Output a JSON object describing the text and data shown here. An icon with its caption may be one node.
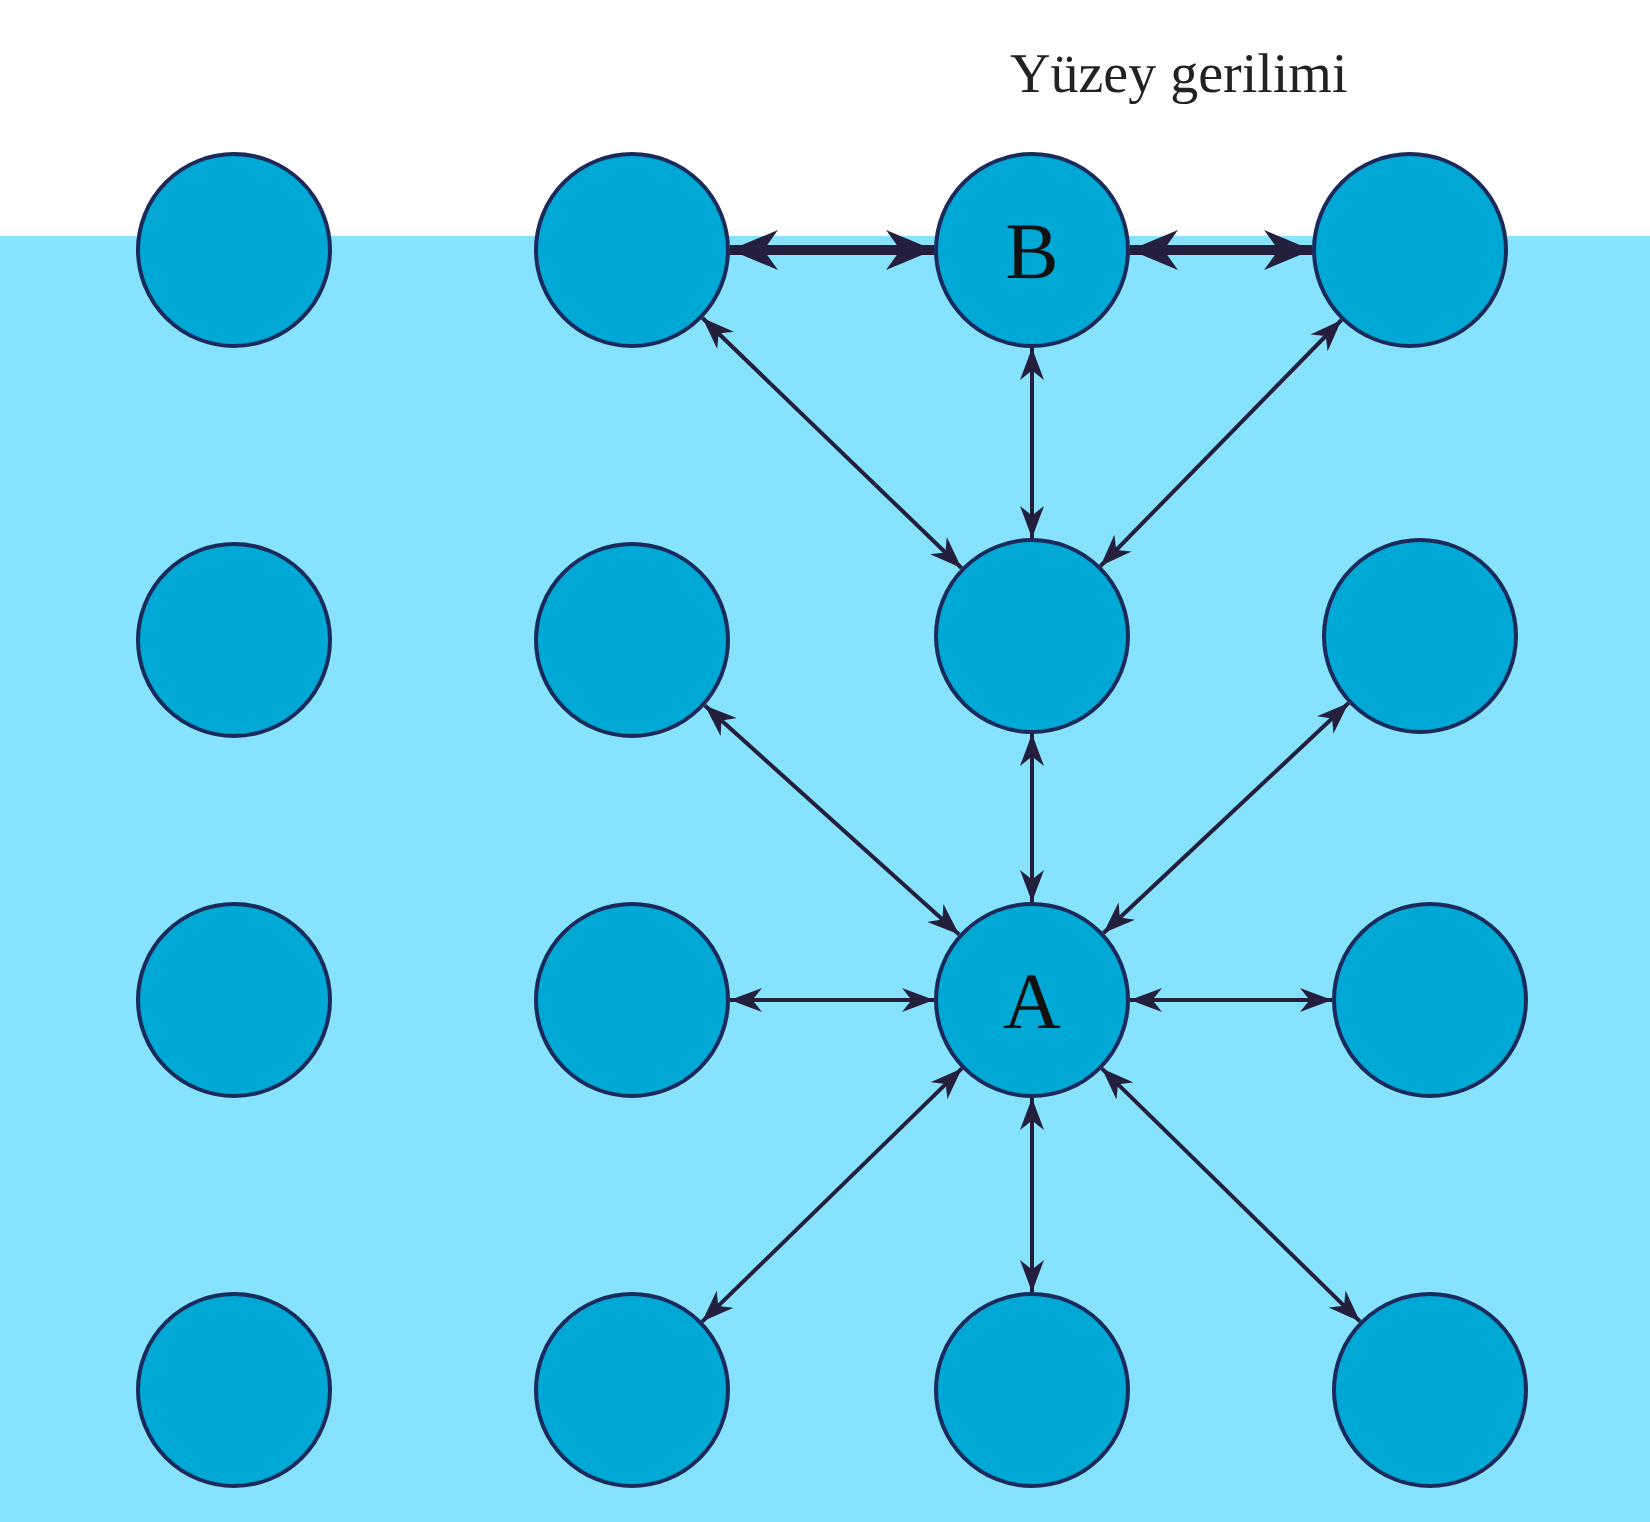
{
  "diagram": {
    "nodes": [
      {
        "text": [],
        "shape": "circle"
      },
      {
        "text": [],
        "shape": "circle"
      },
      {
        "text": [
          "B"
        ]
      },
      {
        "text": [],
        "shape": "circle"
      },
      {
        "text": [],
        "shape": "circle"
      },
      {
        "text": [],
        "shape": "circle"
      },
      {
        "text": [],
        "shape": "circle"
      },
      {
        "text": [],
        "shape": "circle"
      },
      {
        "text": [],
        "shape": "circle"
      },
      {
        "text": [],
        "shape": "circle"
      },
      {
        "text": [
          "A"
        ]
      },
      {
        "text": [],
        "shape": "circle"
      },
      {
        "text": [],
        "shape": "circle"
      },
      {
        "text": [],
        "shape": "circle"
      },
      {
        "text": [],
        "shape": "circle"
      },
      {
        "text": [],
        "shape": "circle"
      }
    ],
    "edges": [
      {
        "from": 1,
        "to": 2,
        "arrow": "both",
        "style": "thick"
      },
      {
        "from": 2,
        "to": 3,
        "arrow": "both",
        "style": "thick"
      },
      {
        "from": 1,
        "to": 6,
        "arrow": "both"
      },
      {
        "from": 2,
        "to": 6,
        "arrow": "both"
      },
      {
        "from": 3,
        "to": 6,
        "arrow": "both"
      },
      {
        "from": 5,
        "to": 10,
        "arrow": "both"
      },
      {
        "from": 6,
        "to": 10,
        "arrow": "both"
      },
      {
        "from": 7,
        "to": 10,
        "arrow": "both"
      },
      {
        "from": 9,
        "to": 10,
        "arrow": "both"
      },
      {
        "from": 11,
        "to": 10,
        "arrow": "both"
      },
      {
        "from": 13,
        "to": 10,
        "arrow": "both"
      },
      {
        "from": 14,
        "to": 10,
        "arrow": "both"
      },
      {
        "from": 15,
        "to": 10,
        "arrow": "both"
      }
    ],
    "labels": [
      "Yüzey gerilimi"
    ]
  }
}
